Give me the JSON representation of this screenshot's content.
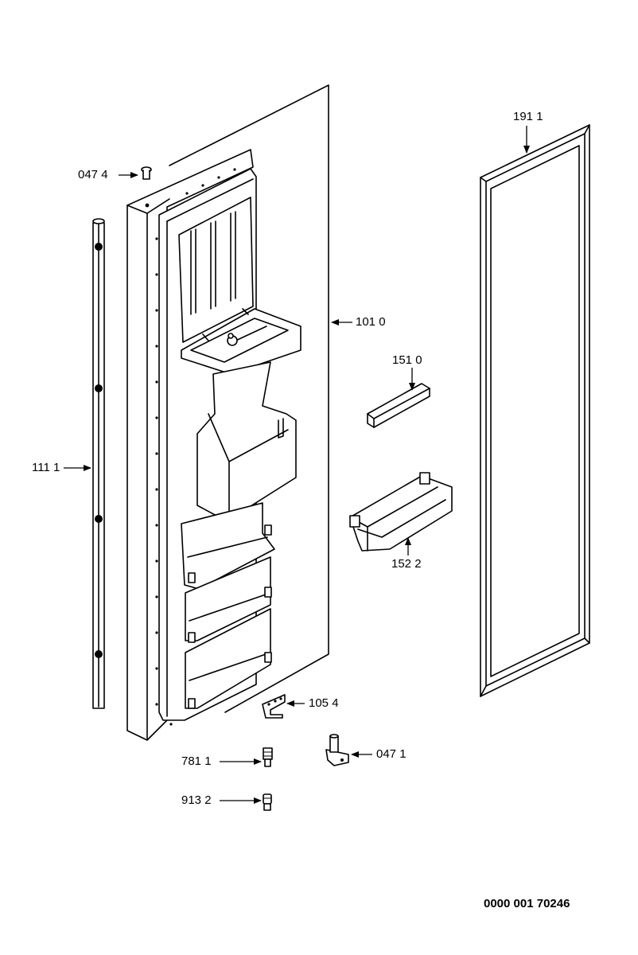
{
  "parts": [
    {
      "id": "part-047-4",
      "label": "047 4"
    },
    {
      "id": "part-191-1",
      "label": "191 1"
    },
    {
      "id": "part-101-0",
      "label": "101 0"
    },
    {
      "id": "part-151-0",
      "label": "151 0"
    },
    {
      "id": "part-111-1",
      "label": "111 1"
    },
    {
      "id": "part-152-2",
      "label": "152 2"
    },
    {
      "id": "part-105-4",
      "label": "105 4"
    },
    {
      "id": "part-781-1",
      "label": "781 1"
    },
    {
      "id": "part-047-1",
      "label": "047 1"
    },
    {
      "id": "part-913-2",
      "label": "913 2"
    }
  ],
  "document_number": "0000 001 70246"
}
